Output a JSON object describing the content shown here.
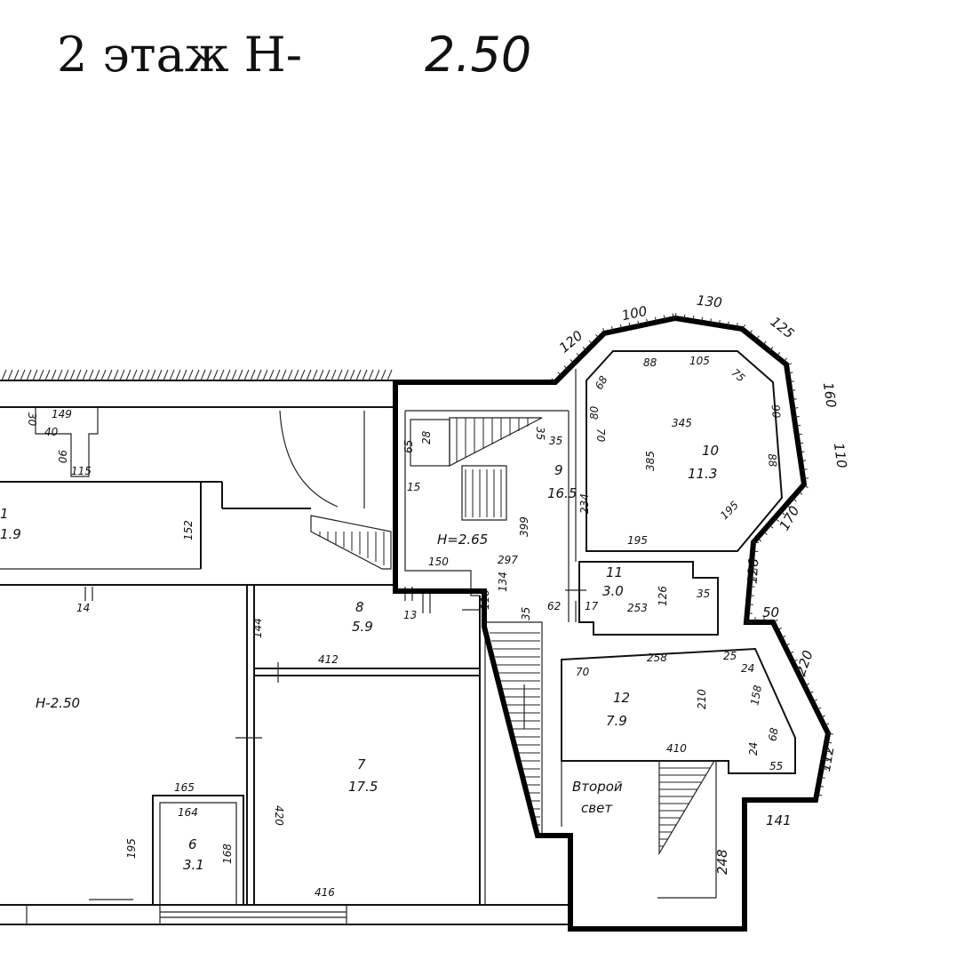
{
  "title": {
    "floor": "2 этаж Н-",
    "height": "2.50"
  },
  "rooms": [
    {
      "number": "1",
      "area": "1.9"
    },
    {
      "number": "",
      "area": "",
      "height_label": "Н-2.50"
    },
    {
      "number": "6",
      "area": "3.1"
    },
    {
      "number": "7",
      "area": "17.5"
    },
    {
      "number": "8",
      "area": "5.9"
    },
    {
      "number": "9",
      "area": "16.5",
      "height_label": "Н=2.65"
    },
    {
      "number": "10",
      "area": "11.3"
    },
    {
      "number": "11",
      "area": "3.0"
    },
    {
      "number": "12",
      "area": "7.9"
    }
  ],
  "second_light": {
    "line1": "Второй",
    "line2": "свет"
  },
  "dimensions": {
    "outer": [
      "120",
      "100",
      "130",
      "125",
      "160",
      "110",
      "170",
      "126",
      "50",
      "220",
      "112",
      "141",
      "248"
    ],
    "room10": [
      "68",
      "88",
      "105",
      "75",
      "90",
      "88",
      "195",
      "195",
      "80",
      "70",
      "345",
      "385"
    ],
    "room9": [
      "35",
      "35",
      "234",
      "399",
      "150",
      "297",
      "15",
      "65",
      "28"
    ],
    "room11": [
      "253",
      "126",
      "35",
      "17",
      "62",
      "35",
      "134",
      "118"
    ],
    "room12": [
      "70",
      "258",
      "25",
      "24",
      "210",
      "158",
      "68",
      "24",
      "55",
      "410"
    ],
    "left": [
      "30",
      "149",
      "40",
      "90",
      "115",
      "152",
      "14",
      "13",
      "144",
      "412",
      "420",
      "416",
      "165",
      "164",
      "195",
      "168"
    ]
  }
}
